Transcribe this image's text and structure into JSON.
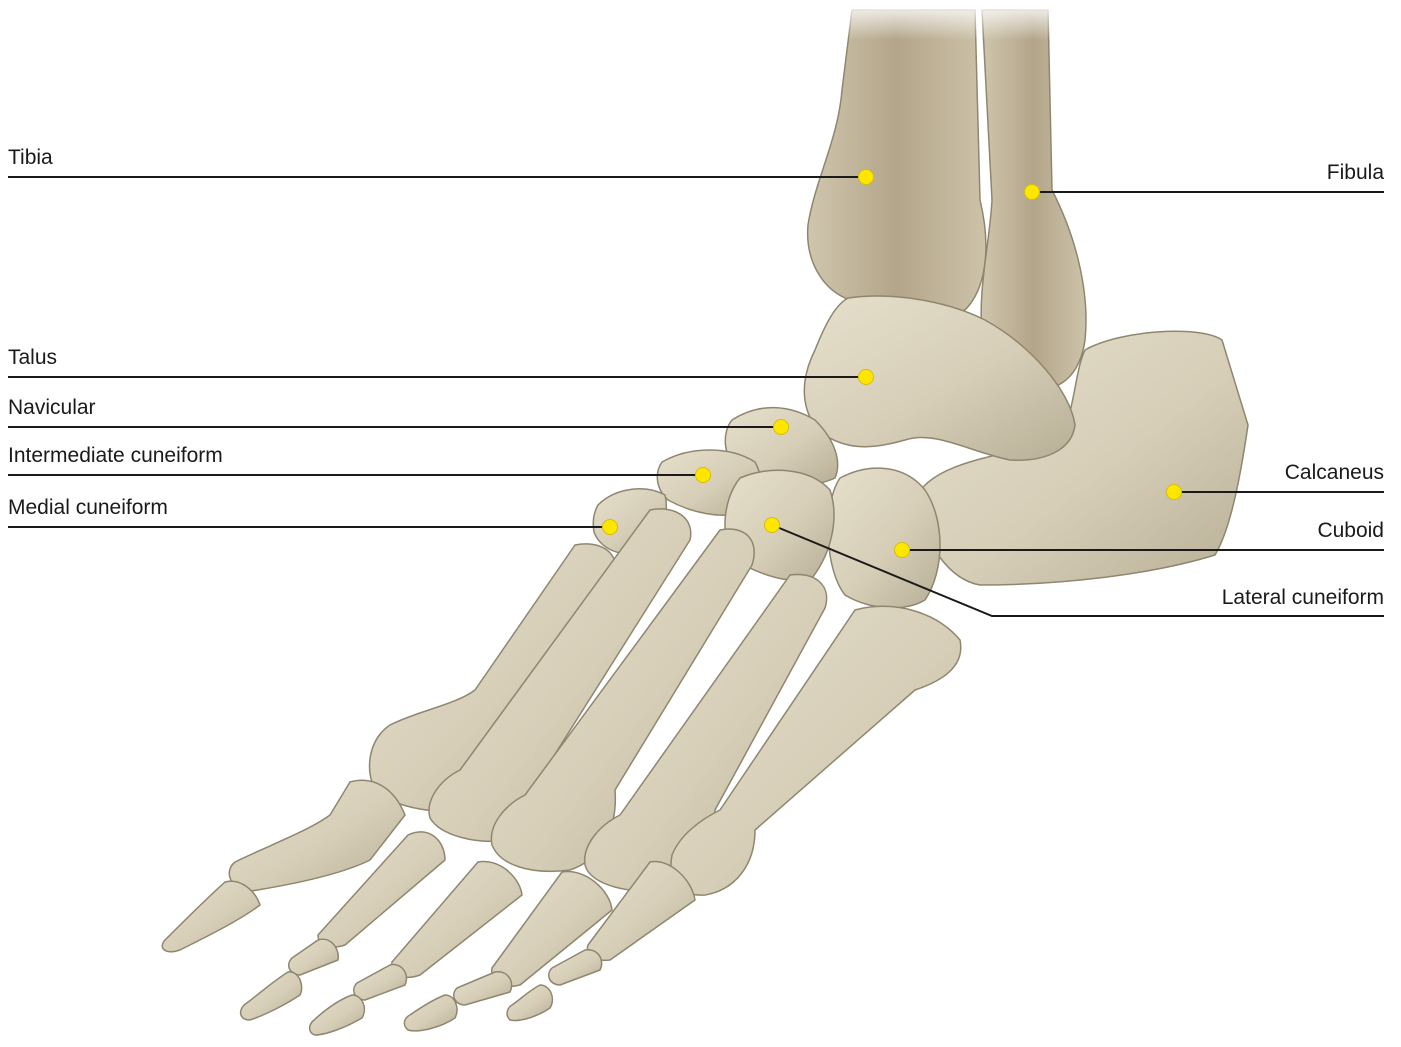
{
  "colors": {
    "bone": "#d8d1bc",
    "bone_shadow": "#a9a08a",
    "bone_outline": "#8f8670",
    "marker": "#ffe600",
    "leader": "#1a1a1a",
    "label_text": "#1a1a1a"
  },
  "labels": {
    "tibia": "Tibia",
    "fibula": "Fibula",
    "talus": "Talus",
    "navicular": "Navicular",
    "intermediate_cuneiform": "Intermediate cuneiform",
    "medial_cuneiform": "Medial cuneiform",
    "calcaneus": "Calcaneus",
    "cuboid": "Cuboid",
    "lateral_cuneiform": "Lateral cuneiform"
  }
}
